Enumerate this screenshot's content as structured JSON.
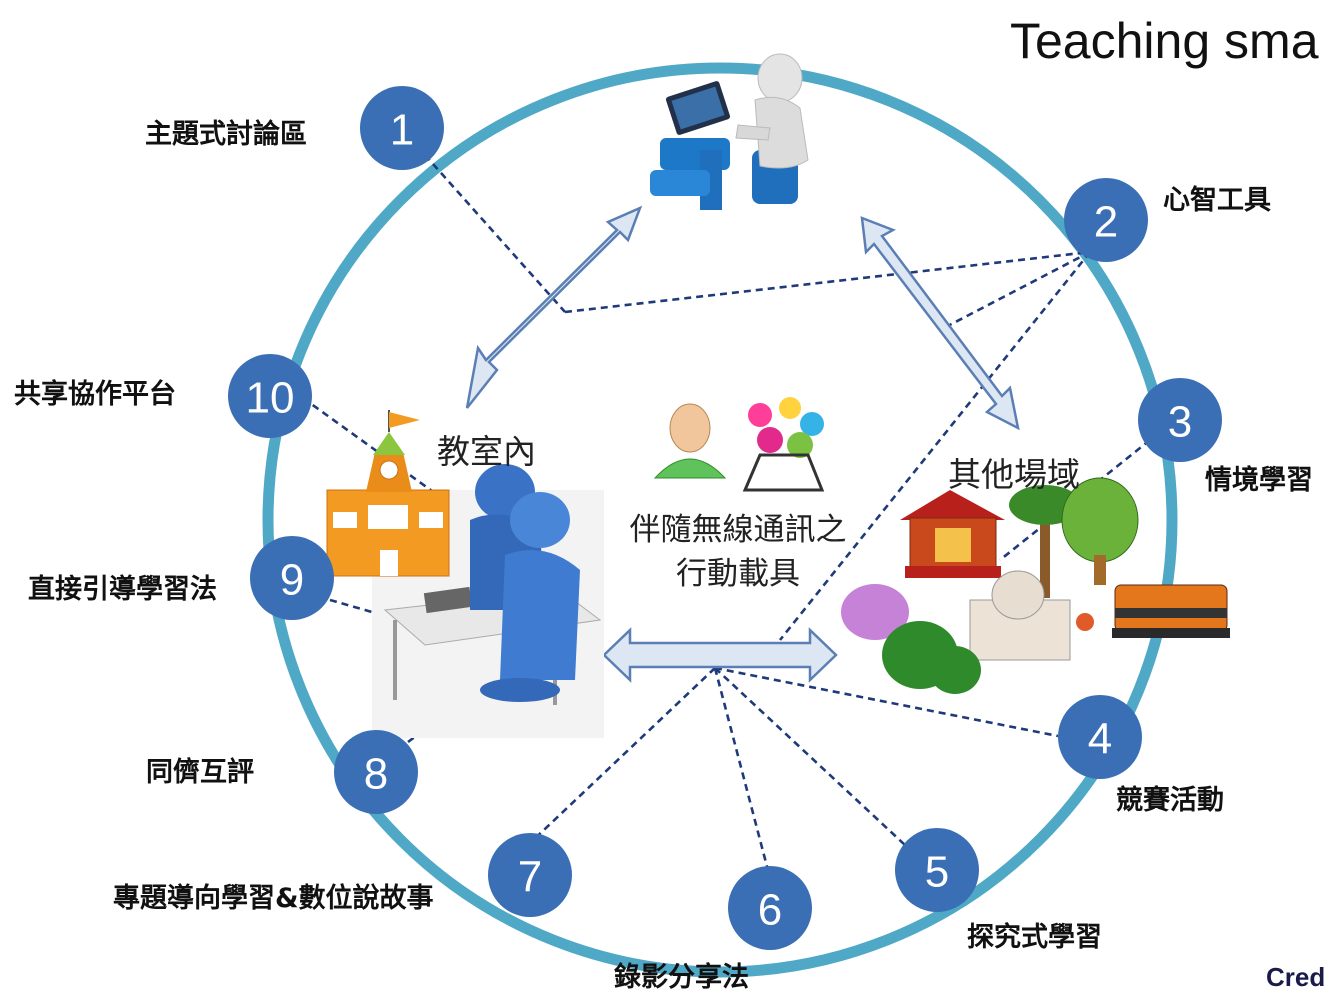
{
  "title": "Teaching sma",
  "credit": "Cred",
  "center": {
    "line1": "伴隨無線通訊之",
    "line2": "行動載具"
  },
  "zones": {
    "classroom": "教室內",
    "other": "其他場域"
  },
  "nodes": [
    {
      "num": "1",
      "label": "主題式討論區"
    },
    {
      "num": "2",
      "label": "心智工具"
    },
    {
      "num": "3",
      "label": "情境學習"
    },
    {
      "num": "4",
      "label": "競賽活動"
    },
    {
      "num": "5",
      "label": "探究式學習"
    },
    {
      "num": "6",
      "label": "錄影分享法"
    },
    {
      "num": "7",
      "label": "專題導向學習&數位說故事"
    },
    {
      "num": "8",
      "label": "同儕互評"
    },
    {
      "num": "9",
      "label": "直接引導學習法"
    },
    {
      "num": "10",
      "label": "共享協作平台"
    }
  ],
  "colors": {
    "ring": "#4fa9c6",
    "node_fill": "#3a6fb5",
    "arrow_fill": "#dde7f4",
    "arrow_stroke": "#5b7fb4",
    "dash": "#1f3a7a"
  }
}
